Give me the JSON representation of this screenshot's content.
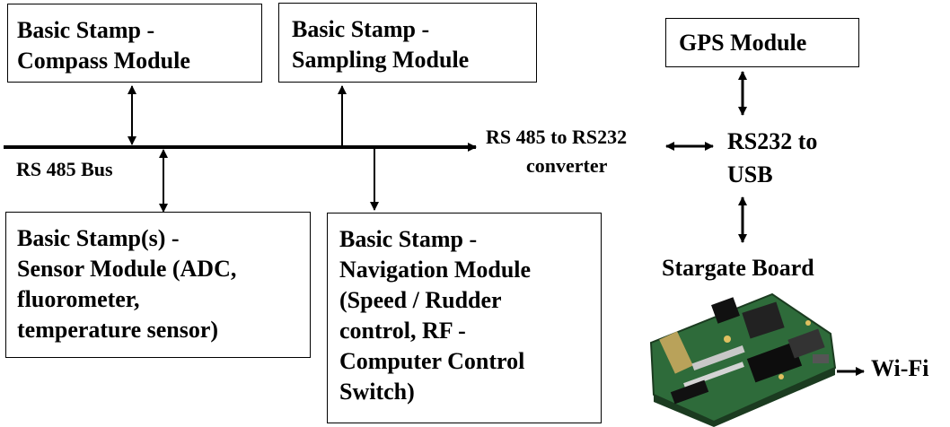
{
  "boxes": {
    "compass": {
      "lines": [
        "Basic Stamp -",
        "Compass Module"
      ]
    },
    "sampling": {
      "lines": [
        "Basic Stamp -",
        "Sampling Module"
      ]
    },
    "gps": {
      "lines": [
        "GPS Module"
      ]
    },
    "sensor": {
      "lines": [
        "Basic Stamp(s) -",
        "Sensor Module (ADC,",
        "fluorometer,",
        "temperature sensor)"
      ]
    },
    "navigation": {
      "lines": [
        "Basic Stamp -",
        "Navigation Module",
        "(Speed / Rudder",
        "control, RF -",
        "Computer Control",
        "Switch)"
      ]
    }
  },
  "labels": {
    "bus": "RS 485 Bus",
    "converter_line1": "RS 485 to RS232",
    "converter_line2": "converter",
    "usb_line1": "RS232 to",
    "usb_line2": "USB",
    "stargate": "Stargate Board",
    "wifi": "Wi-Fi"
  },
  "colors": {
    "line": "#000000",
    "board_pcb": "#2e6b3a",
    "board_dark": "#1b3b20"
  }
}
